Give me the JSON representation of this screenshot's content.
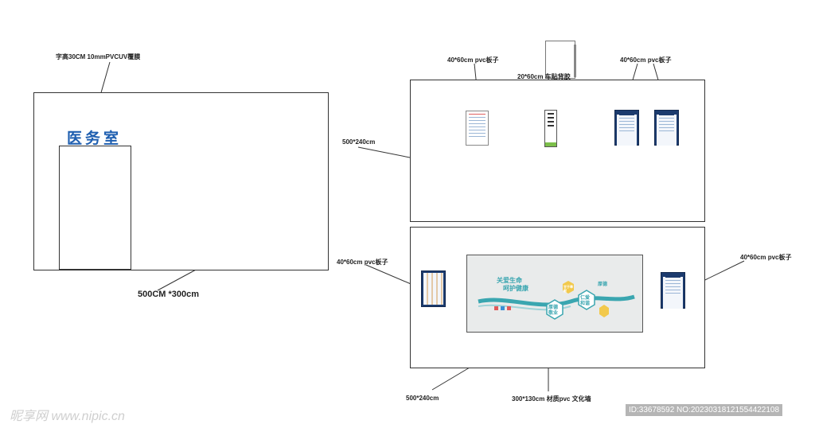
{
  "left_wall": {
    "sign_text": "医务室",
    "font_note": "字高30CM 10mmPVCUV覆膜",
    "dimension": "500CM *300cm"
  },
  "top_wall": {
    "dimension": "500*240cm",
    "board_left_label": "40*60cm pvc板子",
    "board_center_label": "20*60cm 车贴背胶",
    "board_right_label": "40*60cm pvc板子"
  },
  "bottom_wall": {
    "dimension": "500*240cm",
    "board_left_label": "40*60cm pvc板子",
    "board_right_label": "40*60cm pvc板子",
    "mural_label": "300*130cm 材质pvc  文化墙",
    "mural": {
      "title_line1": "关爱生命",
      "title_line2": "呵护健康",
      "hex1": "厚德敬业",
      "hex2": "仁爱和谐",
      "hex_small1": "甘于奉献",
      "tag": "厚德"
    }
  },
  "watermark": {
    "left": "昵享网 www.nipic.cn",
    "right": "ID:33678592 NO:20230318121554422108"
  },
  "colors": {
    "sign_blue": "#1f5fb0",
    "board_navy": "#1c3b6e",
    "mural_teal": "#3aa6b0"
  }
}
